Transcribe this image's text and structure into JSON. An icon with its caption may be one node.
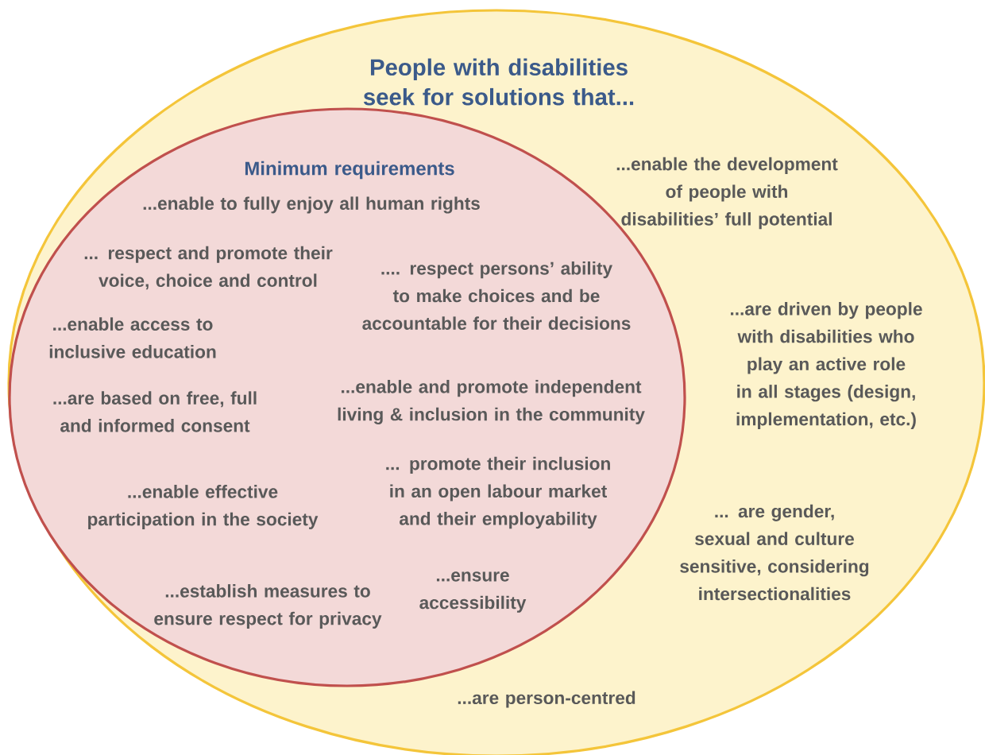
{
  "diagram": {
    "nodes": [
      {
        "text": [
          "People with disabilities seek for solutions that...",
          "...enable the development of people with disabilities’ full potential",
          "...are driven by people with disabilities who play an active role in all stages (design, implementation, etc.)",
          "... are gender, sexual and culture sensitive, considering intersectionalities",
          "...are person-centred"
        ]
      },
      {
        "text": [
          "Minimum requirements",
          "...enable to fully enjoy all human rights",
          "... respect and promote their voice, choice and control",
          ".... respect persons’ ability to make choices and be accountable for their decisions",
          "...enable access to inclusive education",
          "...are based on free, full and informed consent",
          "...enable and promote independent living & inclusion in the community",
          "...enable effective participation in the society",
          "... promote their inclusion in an open labour market and their employability",
          "...establish measures to ensure respect for privacy",
          "...ensure accessibility"
        ],
        "in": 0
      }
    ]
  }
}
